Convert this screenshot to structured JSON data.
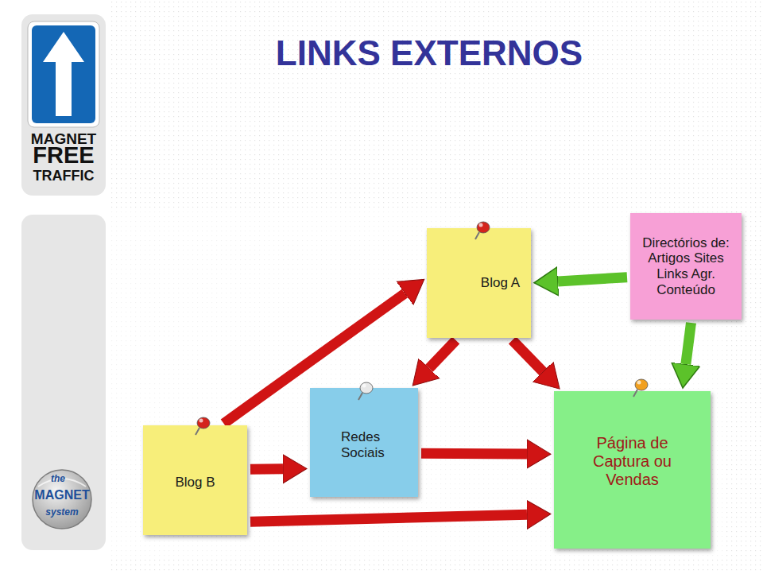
{
  "diagram": {
    "title": "LINKS EXTERNOS",
    "nodes": [
      {
        "text": [
          "Blog A"
        ]
      },
      {
        "text": [
          "Directórios de: Artigos Sites Links Agr. Conteúdo"
        ]
      },
      {
        "text": [
          "Redes Sociais"
        ]
      },
      {
        "text": [
          "Blog B"
        ]
      },
      {
        "text": [
          "Página de Captura ou Vendas"
        ]
      }
    ],
    "edges": [
      {
        "from": 3,
        "to": 0,
        "arrow": "to"
      },
      {
        "from": 1,
        "to": 0,
        "arrow": "to"
      },
      {
        "from": 1,
        "to": 4,
        "arrow": "to"
      },
      {
        "from": 0,
        "to": 2,
        "arrow": "to"
      },
      {
        "from": 0,
        "to": 4,
        "arrow": "to"
      },
      {
        "from": 3,
        "to": 2,
        "arrow": "to"
      },
      {
        "from": 2,
        "to": 4,
        "arrow": "to"
      },
      {
        "from": 3,
        "to": 4,
        "arrow": "to"
      }
    ],
    "labels": [
      "MAGNET",
      "FREE",
      "TRAFFIC",
      "the",
      "MAGNET",
      "system"
    ]
  }
}
